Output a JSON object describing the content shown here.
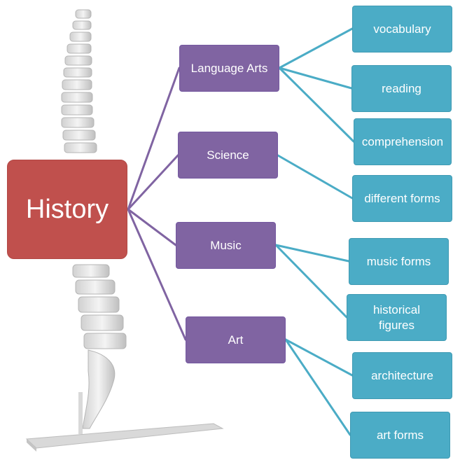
{
  "root": {
    "label": "History"
  },
  "branches": [
    {
      "label": "Language Arts",
      "leaves": [
        "vocabulary",
        "reading",
        "comprehension"
      ]
    },
    {
      "label": "Science",
      "leaves": [
        "different forms"
      ]
    },
    {
      "label": "Music",
      "leaves": [
        "music forms",
        "historical figures"
      ]
    },
    {
      "label": "Art",
      "leaves": [
        "architecture",
        "art forms"
      ]
    }
  ],
  "colors": {
    "root": "#c0504d",
    "branch": "#8064a2",
    "leaf": "#4bacc6",
    "branch_connector": "#8064a2",
    "leaf_connector": "#4bacc6"
  },
  "background_image": "spine-skeleton-model"
}
